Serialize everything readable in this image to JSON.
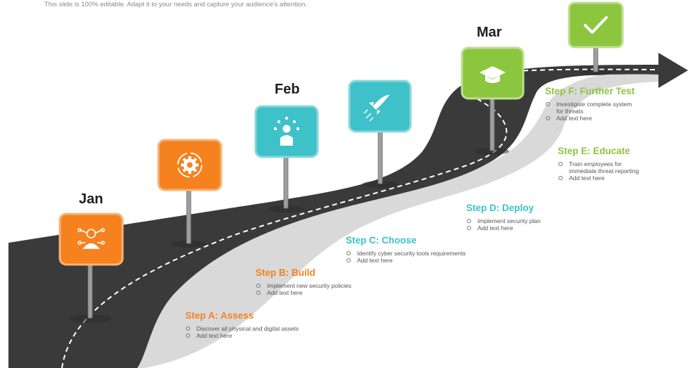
{
  "subtitle": "This slide is 100% editable. Adapt it to your needs and capture your audience's attention.",
  "months": [
    "Jan",
    "Feb",
    "Mar"
  ],
  "colors": {
    "orange": "#F5821F",
    "teal": "#3EC1C9",
    "green": "#8CC63F",
    "road": "#3A3A3A",
    "pole": "#9E9E9E"
  },
  "signs": [
    {
      "icon": "network-user-icon",
      "color": "orange"
    },
    {
      "icon": "gear-cycle-icon",
      "color": "orange"
    },
    {
      "icon": "team-network-icon",
      "color": "teal"
    },
    {
      "icon": "rocket-icon",
      "color": "teal"
    },
    {
      "icon": "graduation-cap-icon",
      "color": "green"
    },
    {
      "icon": "checkmark-icon",
      "color": "green"
    }
  ],
  "steps": [
    {
      "title": "Step A: Assess",
      "color": "orange",
      "bullets": [
        "Discover all physical and digital assets",
        "Add text here"
      ]
    },
    {
      "title": "Step B: Build",
      "color": "orange",
      "bullets": [
        "Implement new security policies",
        "Add text here"
      ]
    },
    {
      "title": "Step C: Choose",
      "color": "teal",
      "bullets": [
        "Identify cyber security tools requirements",
        "Add text here"
      ]
    },
    {
      "title": "Step D: Deploy",
      "color": "teal",
      "bullets": [
        "Implement security plan",
        "Add text here"
      ]
    },
    {
      "title": "Step E: Educate",
      "color": "green",
      "bullets": [
        "Train employees for",
        "immediate threat reporting",
        "Add text here"
      ]
    },
    {
      "title": "Step F: Further Test",
      "color": "green",
      "bullets": [
        "Investigate complete system",
        "for threats",
        "Add text here"
      ]
    }
  ]
}
